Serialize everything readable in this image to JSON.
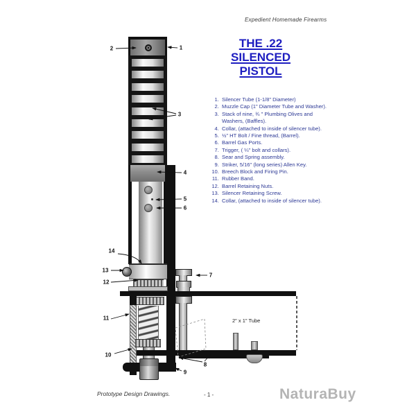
{
  "page": {
    "header": "Expedient Homemade Firearms",
    "watermark": "NaturaBuy",
    "footer": {
      "left": "Prototype Design Drawings.",
      "page_number": "- 1 -"
    }
  },
  "title": {
    "lines": [
      "THE .22",
      "SILENCED",
      "PISTOL"
    ]
  },
  "parts_list": {
    "items": [
      "Silencer Tube (1-1/8\" Diameter)",
      "Muzzle Cap (1\" Diameter Tube and Washer).",
      "Stack of nine, ¾ \" Plumbing Olives and Washers,  (Baffles).",
      "Collar, (attached to inside of silencer tube).",
      "½\" HT Bolt / Fine thread, (Barrel).",
      "Barrel Gas Ports.",
      "Trigger, ( ¼\" bolt and collars).",
      "Sear and Spring assembly.",
      "Striker, 5/16\" (long series) Allen Key.",
      "Breech Block and Firing Pin.",
      "Rubber Band.",
      "Barrel Retaining Nuts.",
      "Silencer Retaining Screw.",
      "Collar, (attached to inside of silencer tube)."
    ]
  },
  "diagram": {
    "annotation": "2\" x 1\" Tube",
    "callouts": [
      "1",
      "2",
      "3",
      "4",
      "5",
      "6",
      "7",
      "8",
      "9",
      "10",
      "11",
      "12",
      "13",
      "14"
    ]
  },
  "colors": {
    "title_blue": "#1d1dc0",
    "list_navy": "#2e3a96",
    "watermark_gray": "#b4b4b4",
    "diagram_ink": "#111111"
  }
}
